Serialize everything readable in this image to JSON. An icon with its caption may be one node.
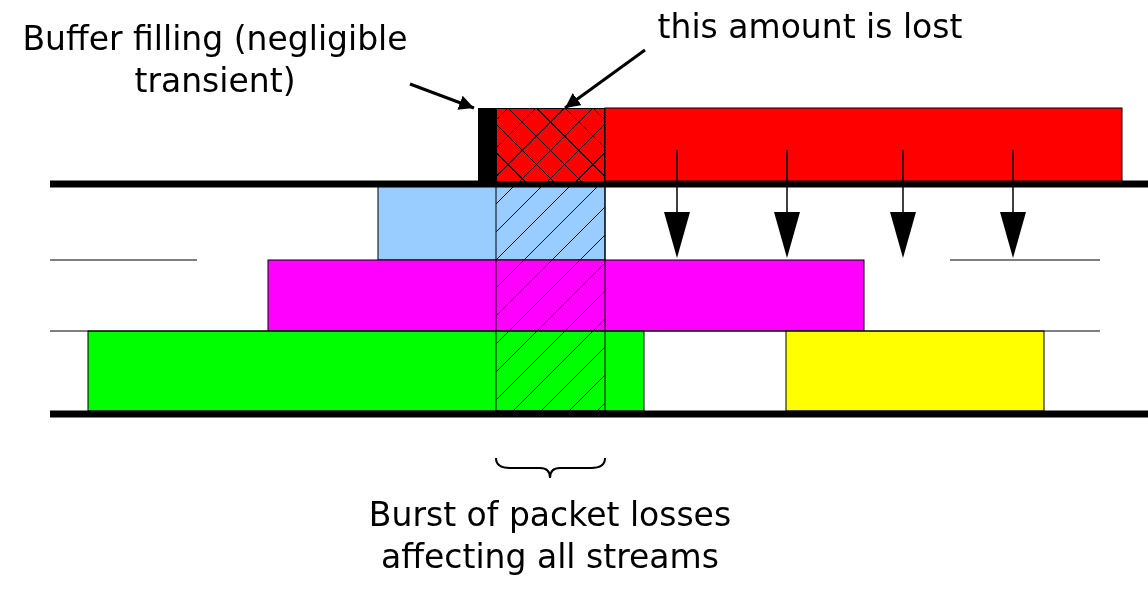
{
  "diagram": {
    "nodes": [
      {
        "text": [
          "Buffer filling (negligible transient)"
        ]
      },
      {
        "text": [],
        "shape": "bar"
      },
      {
        "text": [
          "this amount is lost"
        ]
      },
      {
        "text": [],
        "shape": "box"
      }
    ],
    "edges": [
      {
        "from": 0,
        "to": 1,
        "arrow": "to"
      },
      {
        "from": 2,
        "to": 3,
        "arrow": "to"
      }
    ],
    "labels": [
      "Burst of packet losses affecting all streams"
    ]
  }
}
